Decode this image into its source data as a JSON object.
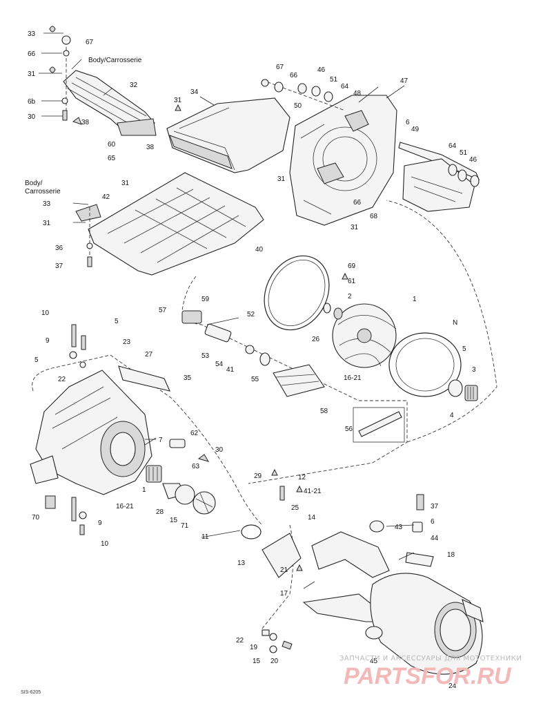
{
  "labels": {
    "body_top": "Body/Carrosserie",
    "body_left_1": "Body/",
    "body_left_2": "Carrosserie"
  },
  "callouts": [
    "33",
    "67",
    "66",
    "31",
    "6b",
    "30",
    "38",
    "32",
    "60",
    "65",
    "38",
    "34",
    "31",
    "67",
    "66",
    "46",
    "51",
    "64",
    "48",
    "47",
    "50",
    "6",
    "49",
    "64",
    "51",
    "46",
    "31",
    "66",
    "68",
    "31",
    "31",
    "42",
    "33",
    "31",
    "36",
    "37",
    "40",
    "69",
    "61",
    "2",
    "1",
    "26",
    "N",
    "57",
    "59",
    "52",
    "10",
    "5",
    "9",
    "23",
    "27",
    "5",
    "22",
    "53",
    "54",
    "41",
    "55",
    "35",
    "16-21",
    "5",
    "3",
    "4",
    "58",
    "56",
    "7",
    "62",
    "30",
    "63",
    "1",
    "16-21",
    "28",
    "15",
    "71",
    "70",
    "9",
    "10",
    "29",
    "12",
    "41-21",
    "25",
    "14",
    "43",
    "37",
    "6",
    "44",
    "11",
    "13",
    "21",
    "18",
    "17",
    "22",
    "19",
    "45",
    "15",
    "20",
    "24"
  ],
  "watermark": {
    "top": "ЗАПЧАСТИ И АКСЕССУАРЫ ДЛЯ МОТОТЕХНИКИ",
    "brand": "PARTSFOR.RU"
  },
  "drawing_code": "SIS-6205",
  "colors": {
    "line": "#222222",
    "watermark_text": "#b9b9b9",
    "watermark_brand": "#f3b8b8"
  }
}
